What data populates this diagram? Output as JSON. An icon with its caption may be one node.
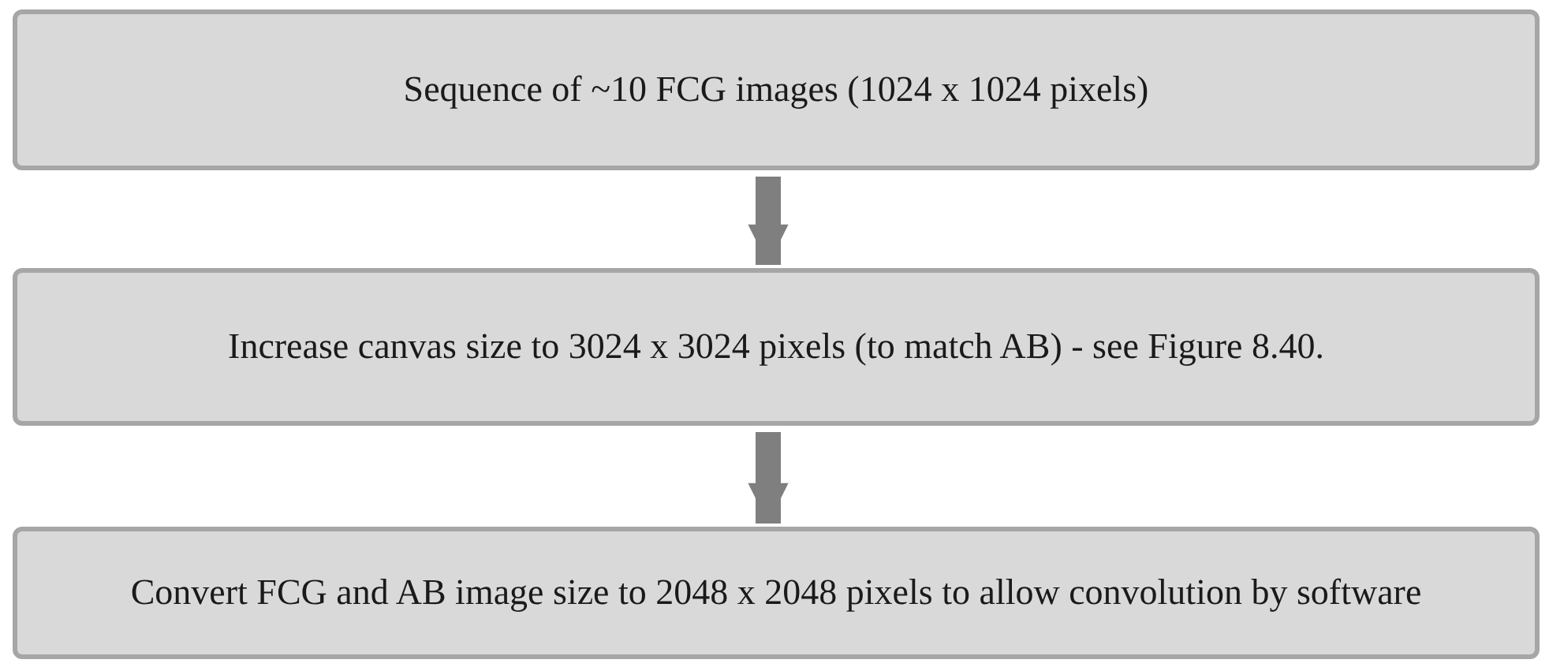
{
  "diagram": {
    "nodes": [
      {
        "text": [
          "Sequence of ~10 FCG images (1024 x 1024 pixels)"
        ]
      },
      {
        "text": [
          "Increase canvas size to 3024 x 3024 pixels (to match AB) - see Figure 8.40."
        ]
      },
      {
        "text": [
          "Convert FCG and AB image size to 2048 x 2048 pixels to allow convolution by software"
        ]
      }
    ],
    "edges": [
      {
        "from": 0,
        "to": 1,
        "arrow": "to"
      },
      {
        "from": 1,
        "to": 2,
        "arrow": "to"
      }
    ]
  }
}
